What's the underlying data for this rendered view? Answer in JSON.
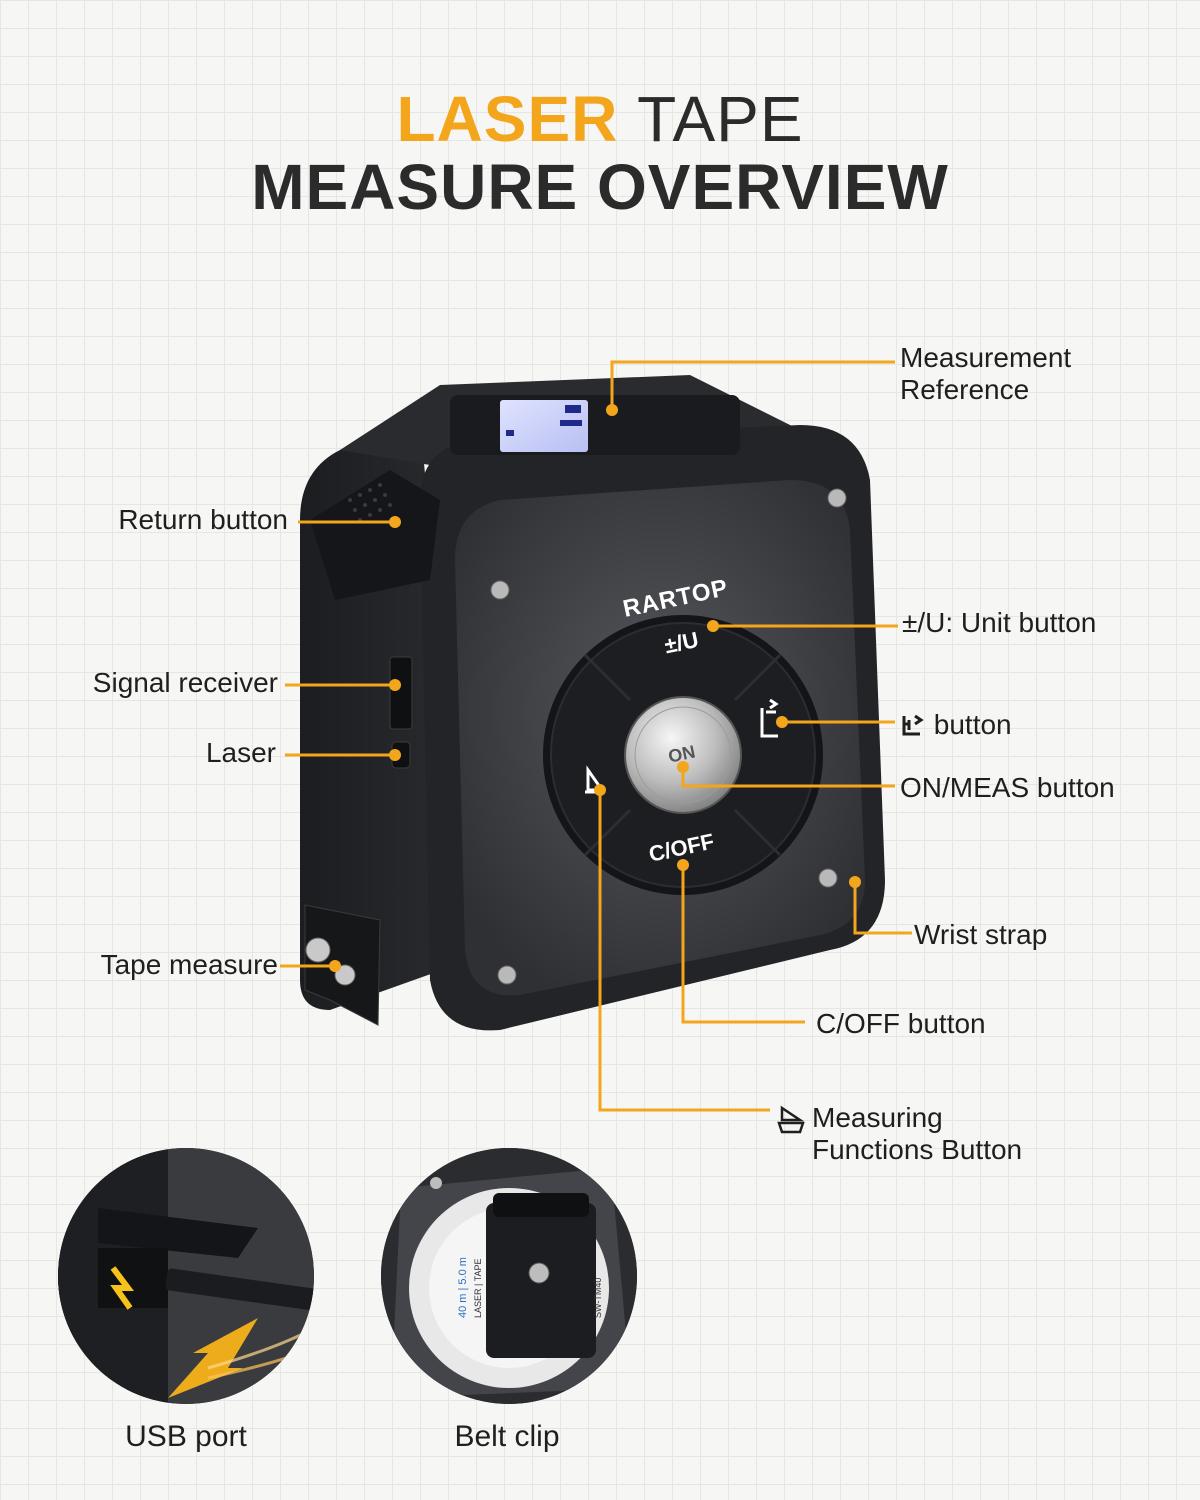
{
  "title": {
    "line1_accent": "LASER",
    "line1_rest": "TAPE",
    "line2": "MEASURE OVERVIEW"
  },
  "device": {
    "brand": "RARTOP",
    "buttons": {
      "unit": "±/U",
      "on": "ON",
      "cancel": "C/OFF"
    }
  },
  "callouts": {
    "measurement_reference": [
      "Measurement",
      "Reference"
    ],
    "return_button": "Return button",
    "signal_receiver": "Signal receiver",
    "laser": "Laser",
    "tape_measure": "Tape measure",
    "unit_button": "±/U: Unit button",
    "ref_button": "button",
    "on_meas_button": "ON/MEAS button",
    "wrist_strap": "Wrist strap",
    "coff_button": "C/OFF button",
    "measuring_functions": [
      "Measuring",
      "Functions Button"
    ]
  },
  "thumbnails": {
    "usb": "USB port",
    "belt": "Belt clip"
  },
  "belt_clip_label": {
    "range": "40 m | 5.0 m",
    "type": "LASER | TAPE",
    "model": "SW-TM40"
  },
  "colors": {
    "accent": "#f3a51c",
    "leader": "#f3a51c",
    "body_dark": "#2d2e31",
    "body_mid": "#4a4b4f"
  }
}
